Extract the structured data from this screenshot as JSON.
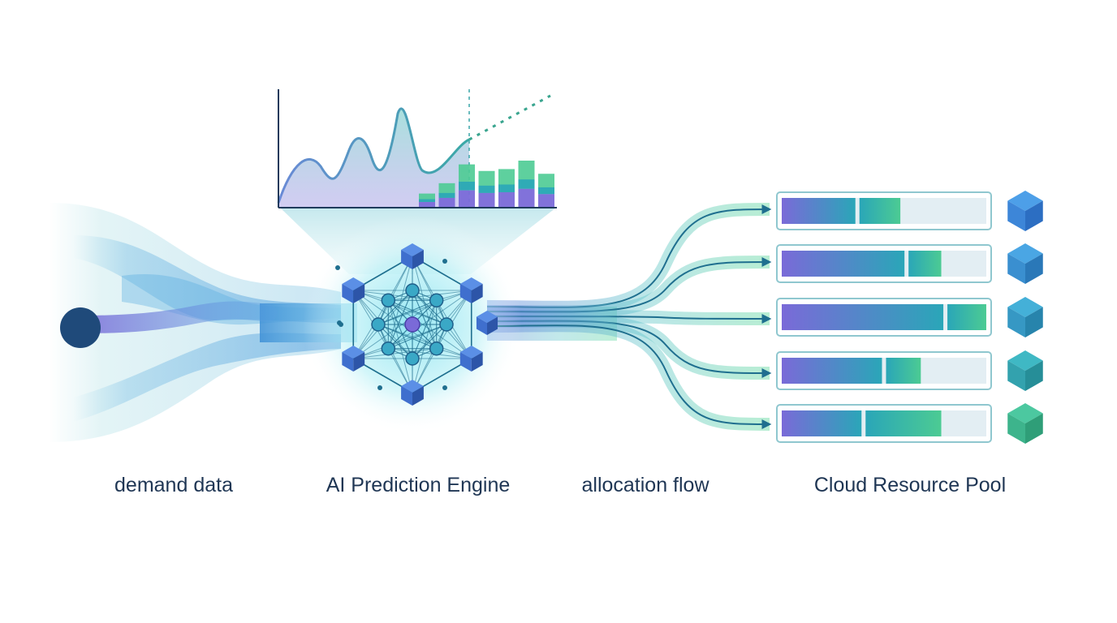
{
  "labels": {
    "demand": "demand data",
    "engine": "AI Prediction Engine",
    "flow": "allocation flow",
    "pool": "Cloud Resource Pool"
  },
  "colors": {
    "navy": "#1f4a7a",
    "purple": "#7a6ad8",
    "teal": "#2aa6b8",
    "green": "#4ccb93",
    "light_track": "#e3eef3",
    "text": "#1f3654"
  },
  "resource_pool": {
    "bars": [
      {
        "fill_a": 0.36,
        "fill_b": 0.2
      },
      {
        "fill_a": 0.6,
        "fill_b": 0.16
      },
      {
        "fill_a": 0.79,
        "fill_b": 0.19
      },
      {
        "fill_a": 0.49,
        "fill_b": 0.17
      },
      {
        "fill_a": 0.39,
        "fill_b": 0.37
      }
    ]
  },
  "forecast_panel": {
    "bar_heights": [
      0.3,
      0.52,
      0.92,
      0.78,
      0.82,
      1.0,
      0.72
    ]
  },
  "icons": [
    "source-node-icon",
    "neural-network-icon",
    "resource-cube-icon"
  ]
}
